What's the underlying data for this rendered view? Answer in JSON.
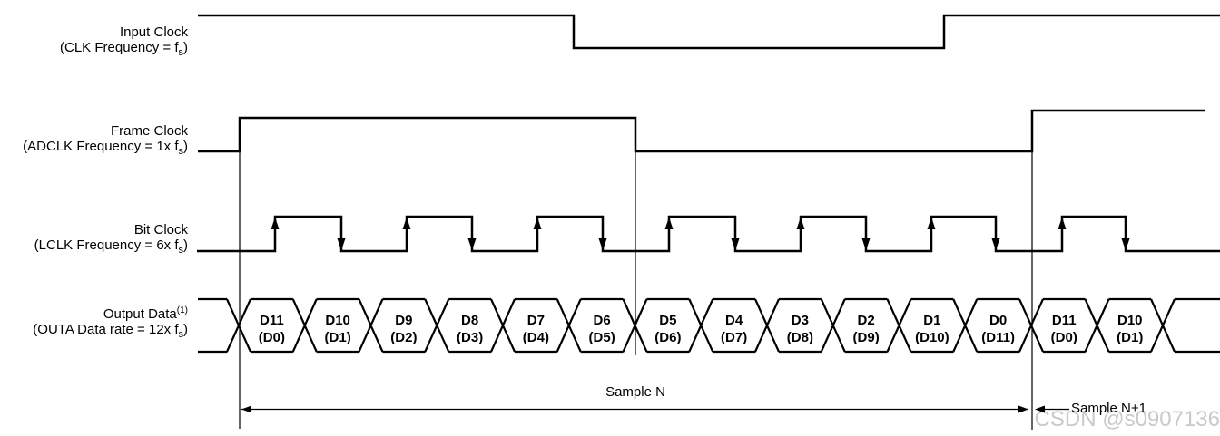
{
  "figure": {
    "signals": {
      "input": {
        "line1": "Input Clock",
        "line2_pre": "(CLK Frequency = f",
        "line2_sub": "s",
        "line2_post": ")"
      },
      "frame": {
        "line1": "Frame Clock",
        "line2_pre": "(ADCLK Frequency = 1x f",
        "line2_sub": "s",
        "line2_post": ")"
      },
      "bit": {
        "line1": "Bit Clock",
        "line2_pre": "(LCLK Frequency = 6x f",
        "line2_sub": "s",
        "line2_post": ")"
      },
      "output": {
        "line1_pre": "Output Data",
        "line1_sup": "(1)",
        "line2_pre": "(OUTA Data rate = 12x f",
        "line2_sub": "s",
        "line2_post": ")"
      }
    },
    "bus_cells": [
      {
        "top": "D11",
        "bottom": "(D0)"
      },
      {
        "top": "D10",
        "bottom": "(D1)"
      },
      {
        "top": "D9",
        "bottom": "(D2)"
      },
      {
        "top": "D8",
        "bottom": "(D3)"
      },
      {
        "top": "D7",
        "bottom": "(D4)"
      },
      {
        "top": "D6",
        "bottom": "(D5)"
      },
      {
        "top": "D5",
        "bottom": "(D6)"
      },
      {
        "top": "D4",
        "bottom": "(D7)"
      },
      {
        "top": "D3",
        "bottom": "(D8)"
      },
      {
        "top": "D2",
        "bottom": "(D9)"
      },
      {
        "top": "D1",
        "bottom": "(D10)"
      },
      {
        "top": "D0",
        "bottom": "(D11)"
      },
      {
        "top": "D11",
        "bottom": "(D0)"
      },
      {
        "top": "D10",
        "bottom": "(D1)"
      }
    ],
    "annotations": {
      "sample_n": "Sample N",
      "sample_n_plus_1": "Sample N+1"
    }
  },
  "watermark": "CSDN @s0907136",
  "colors": {
    "line": "#000000",
    "watermark": "#c9c9c9",
    "background": "#ffffff"
  }
}
